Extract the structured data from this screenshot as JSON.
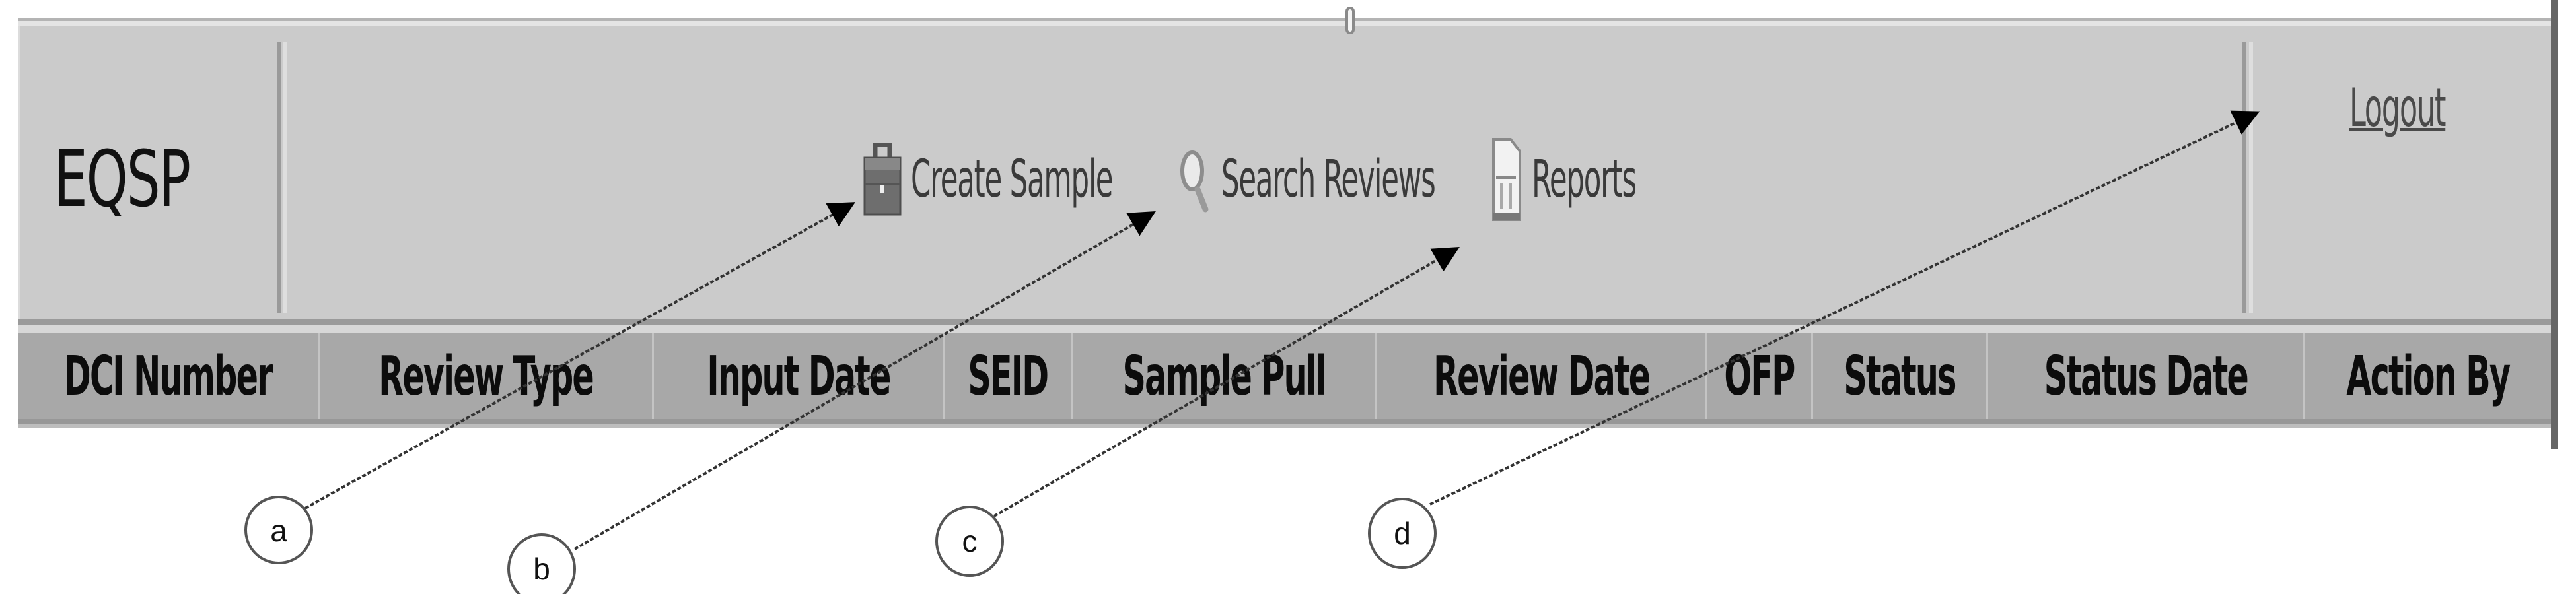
{
  "app": {
    "logo": "EQSP"
  },
  "nav": {
    "items": [
      {
        "label": "Create Sample",
        "icon": "briefcase-icon"
      },
      {
        "label": "Search Reviews",
        "icon": "magnifier-icon"
      },
      {
        "label": "Reports",
        "icon": "report-document-icon"
      }
    ],
    "logout_label": "Logout"
  },
  "table": {
    "columns": [
      "DCI Number",
      "Review Type",
      "Input Date",
      "SEID",
      "Sample Pull",
      "Review Date",
      "OFP",
      "Status",
      "Status Date",
      "Action By"
    ],
    "rows": []
  },
  "annotations": {
    "callouts": [
      {
        "label": "a",
        "target": "Create Sample"
      },
      {
        "label": "b",
        "target": "Search Reviews"
      },
      {
        "label": "c",
        "target": "Reports"
      },
      {
        "label": "d",
        "target": "Logout"
      }
    ]
  },
  "colors": {
    "header_bg": "#cbcbcb",
    "table_header_bg": "#a8a8a8",
    "text": "#111111",
    "page_bg": "#ffffff"
  }
}
